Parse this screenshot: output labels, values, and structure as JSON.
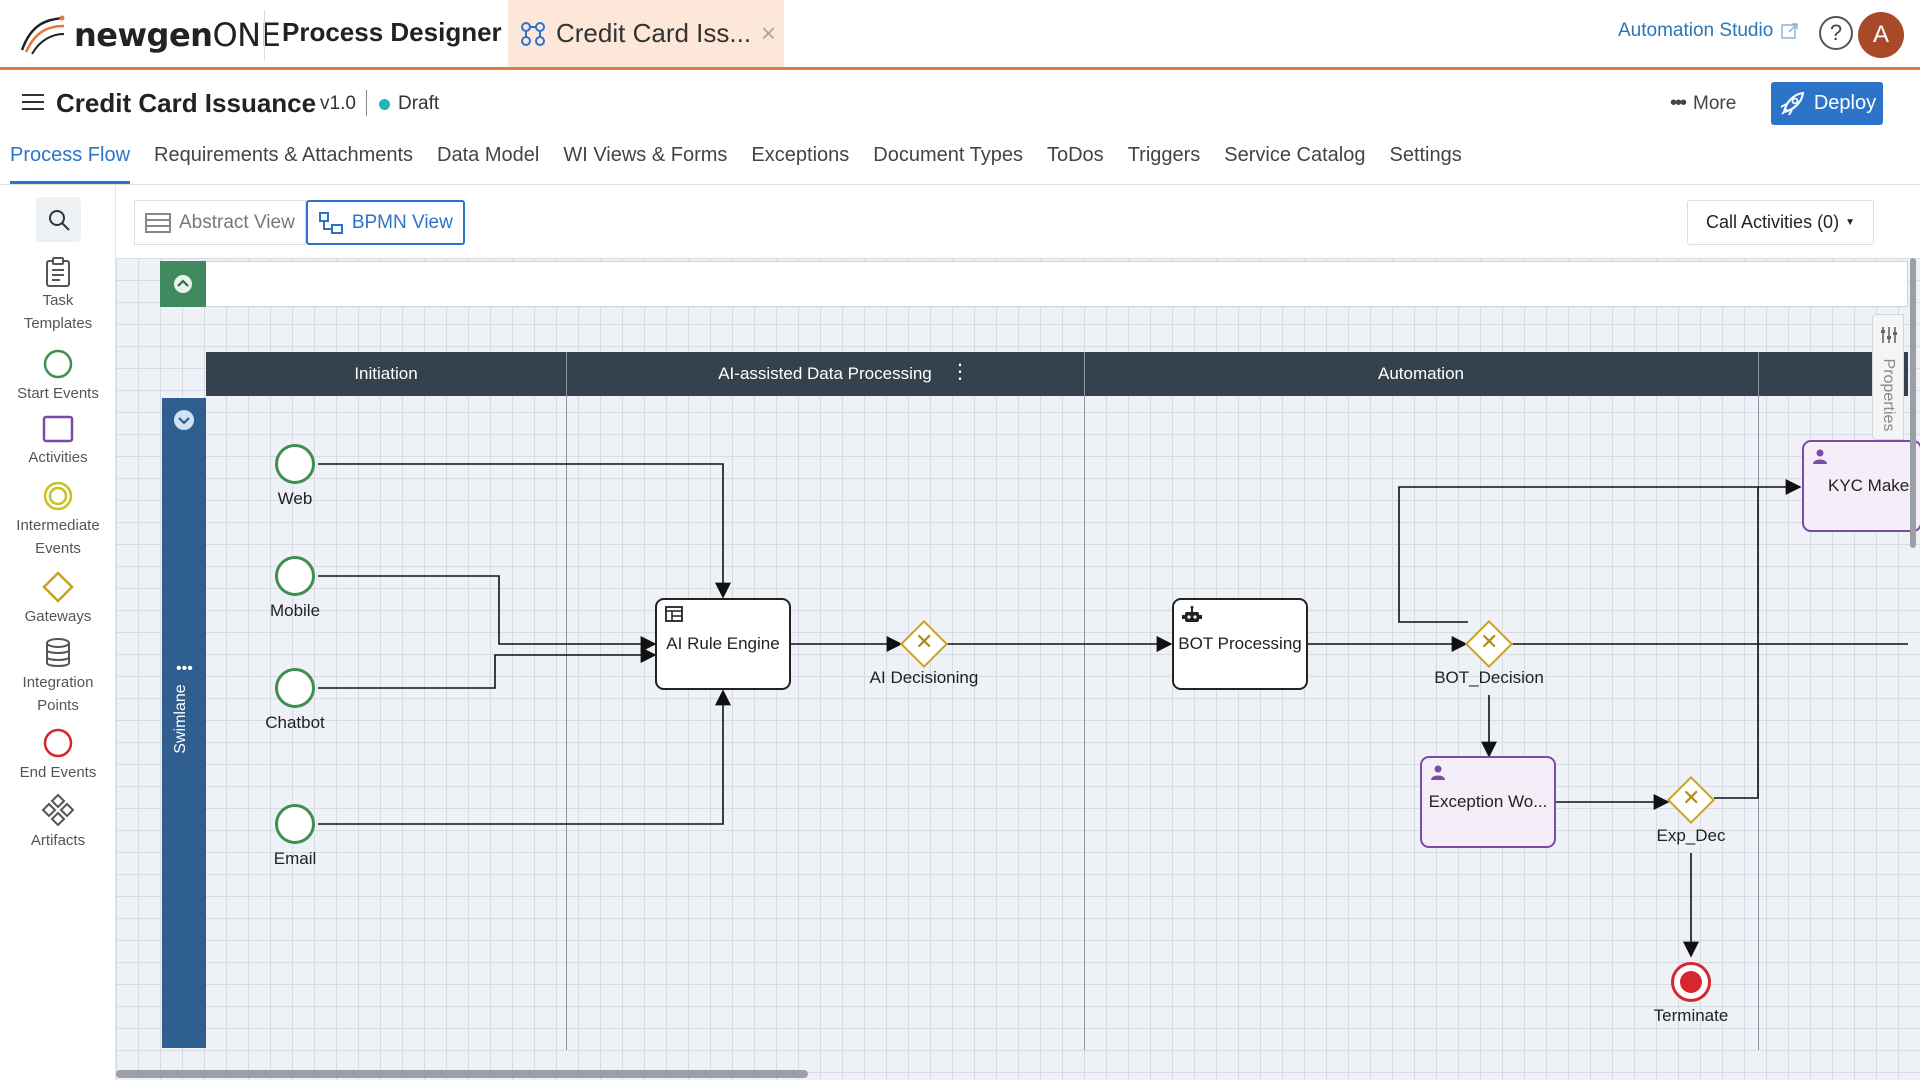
{
  "topbar": {
    "logo_text_a": "newgen",
    "logo_text_b": "ONE",
    "app_name": "Process Designer",
    "file_tab_label": "Credit Card Iss...",
    "file_tab_close": "×",
    "automation_studio": "Automation Studio",
    "help_label": "?",
    "avatar_initial": "A"
  },
  "header": {
    "process_title": "Credit Card Issuance",
    "version": "v1.0",
    "status": "Draft",
    "status_color": "#1fb6b6",
    "more_label": "More",
    "deploy_label": "Deploy"
  },
  "tabs": [
    {
      "label": "Process Flow",
      "active": true
    },
    {
      "label": "Requirements & Attachments"
    },
    {
      "label": "Data Model"
    },
    {
      "label": "WI Views & Forms"
    },
    {
      "label": "Exceptions"
    },
    {
      "label": "Document Types"
    },
    {
      "label": "ToDos"
    },
    {
      "label": "Triggers"
    },
    {
      "label": "Service Catalog"
    },
    {
      "label": "Settings"
    }
  ],
  "palette": {
    "task_templates_1": "Task",
    "task_templates_2": "Templates",
    "start_events": "Start Events",
    "activities": "Activities",
    "intermediate_1": "Intermediate",
    "intermediate_2": "Events",
    "gateways": "Gateways",
    "integration_1": "Integration",
    "integration_2": "Points",
    "end_events": "End Events",
    "artifacts": "Artifacts",
    "expand": "›"
  },
  "view_toggle": {
    "abstract": "Abstract View",
    "bpmn": "BPMN View",
    "active": "bpmn"
  },
  "call_activities": "Call Activities (0)",
  "diagram": {
    "phases": [
      "Initiation",
      "AI-assisted Data Processing",
      "Automation"
    ],
    "swimlane": "Swimlane",
    "properties": "Properties",
    "start_events": [
      "Web",
      "Mobile",
      "Chatbot",
      "Email"
    ],
    "tasks": {
      "ai_rule_engine": "AI Rule Engine",
      "bot_processing": "BOT Processing",
      "exception_work": "Exception Wo...",
      "kyc_maker": "KYC Make"
    },
    "gateways": {
      "ai_decisioning": "AI Decisioning",
      "bot_decision": "BOT_Decision",
      "exp_dec": "Exp_Dec"
    },
    "end_event": "Terminate"
  },
  "colors": {
    "accent": "#2b74c9",
    "topbar_underline": "#e5783a",
    "phase_bar": "#34424e",
    "swimlane": "#2e5f8f",
    "start_event": "#3f8f4f",
    "end_event": "#d6262f",
    "gateway": "#c9a21e",
    "user_task": "#7d4aa8"
  }
}
